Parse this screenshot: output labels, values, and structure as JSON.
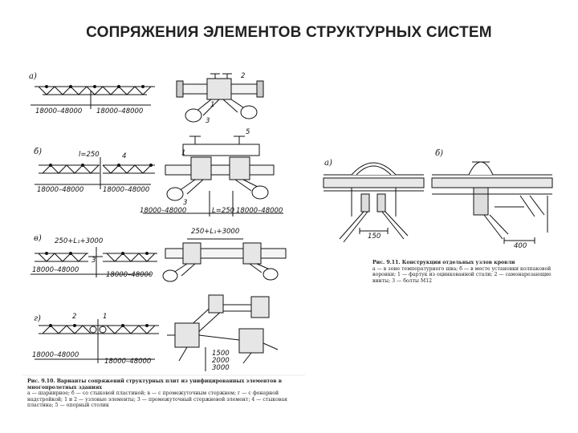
{
  "slide": {
    "title": "СОПРЯЖЕНИЯ ЭЛЕМЕНТОВ СТРУКТУРНЫХ СИСТЕМ"
  },
  "left_figure": {
    "panel_a": {
      "letter": "а)",
      "span_left": "18000–48000",
      "span_right": "18000–48000",
      "callouts": [
        "2",
        "1",
        "3"
      ]
    },
    "panel_b": {
      "letter": "б)",
      "hinge": "l=250",
      "callout": "4",
      "span_left": "18000–48000",
      "span_right": "18000–48000",
      "span_detail_left": "18000–48000",
      "span_detail_mid": "L=250",
      "span_detail_right": "18000–48000",
      "callouts": [
        "5",
        "1",
        "3"
      ]
    },
    "panel_v": {
      "letter": "в)",
      "offset": "250+L₁+3000",
      "offset_detail": "250+L₁+3000",
      "callout": "3",
      "span_left": "18000–48000",
      "span_right": "18000–48000"
    },
    "panel_g": {
      "letter": "г)",
      "callouts": [
        "2",
        "1"
      ],
      "span_left": "18000–48000",
      "span_right": "18000–48000",
      "heights": [
        "1500",
        "2000",
        "3000"
      ]
    },
    "caption_title": "Рис. 9.10. Варианты сопряжений структурных плит из унифицированных элементов в многопролетных зданиях",
    "caption_body": "а — шарнирное; б — со стыковой пластиной; в — с промежуточным стержнем; г — с фонарной надстройкой; 1 и 2 — узловые элементы; 3 — промежуточный стержневой элемент; 4 — стыковая пластина; 5 — опорный столик"
  },
  "right_figure": {
    "panel_a": {
      "letter": "а)",
      "dim": "150"
    },
    "panel_b": {
      "letter": "б)",
      "dim": "400"
    },
    "caption_title": "Рис. 9.11. Конструкции отдельных узлов кровли",
    "caption_body": "а — в зоне температурного шва; б — в месте установки колпаковой воронки; 1 — фартук из оцинкованной стали; 2 — самонарезающие винты; 3 — болты М12"
  }
}
